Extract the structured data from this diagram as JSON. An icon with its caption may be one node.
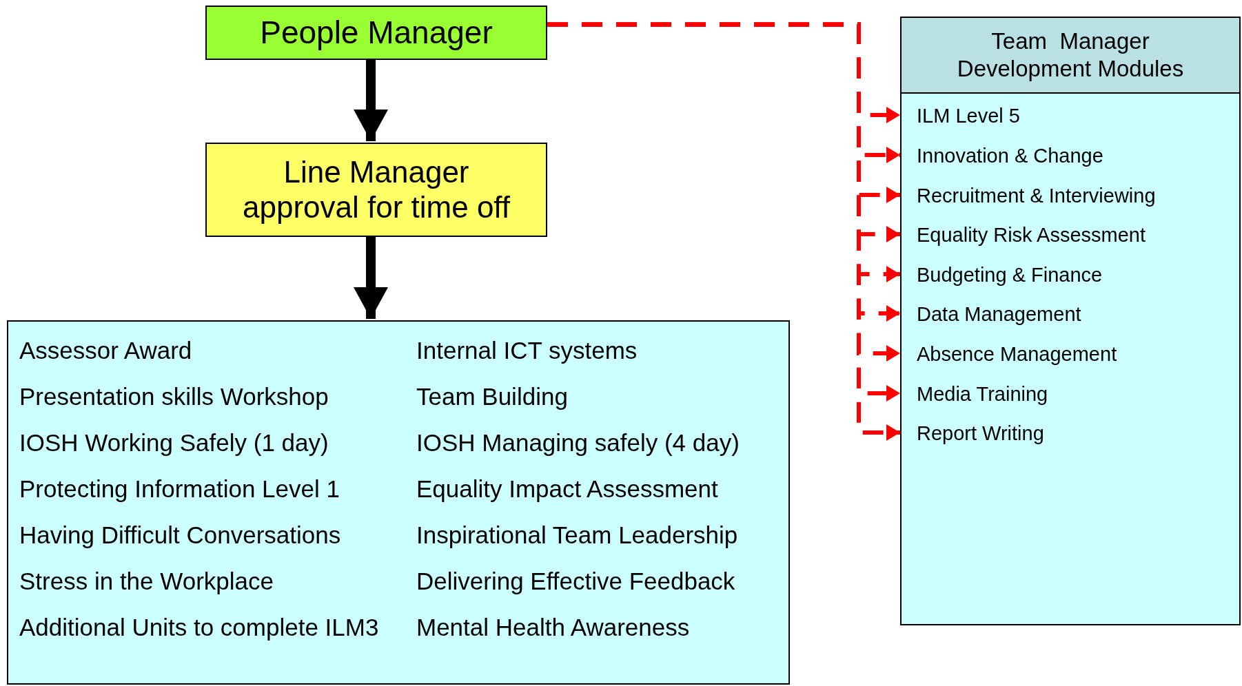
{
  "diagram": {
    "nodes": [
      {
        "text": [
          "People Manager"
        ]
      },
      {
        "text": [
          "Line Manager approval for time off"
        ]
      },
      {
        "text": [
          "Assessor Award",
          "Presentation skills Workshop",
          "IOSH Working Safely (1 day)",
          "Protecting Information Level 1",
          "Having Difficult Conversations",
          "Stress in the Workplace",
          "Additional Units to complete ILM3",
          "Internal ICT systems",
          "Team Building",
          "IOSH Managing safely (4 day)",
          "Equality Impact Assessment",
          "Inspirational Team Leadership",
          "Delivering Effective Feedback",
          "Mental Health Awareness"
        ]
      },
      {
        "text": [
          "Team  Manager Development Modules"
        ]
      },
      {
        "text": [
          "ILM Level 5"
        ],
        "in": 3
      },
      {
        "text": [
          "Innovation & Change"
        ],
        "in": 3
      },
      {
        "text": [
          "Recruitment & Interviewing"
        ],
        "in": 3
      },
      {
        "text": [
          "Equality Risk Assessment"
        ],
        "in": 3
      },
      {
        "text": [
          "Budgeting & Finance"
        ],
        "in": 3
      },
      {
        "text": [
          "Data Management"
        ],
        "in": 3
      },
      {
        "text": [
          "Absence Management"
        ],
        "in": 3
      },
      {
        "text": [
          "Media Training"
        ],
        "in": 3
      },
      {
        "text": [
          "Report Writing"
        ],
        "in": 3
      }
    ],
    "edges": [
      {
        "from": 0,
        "to": 1,
        "arrow": "to",
        "style": "thick",
        "color": "#000000"
      },
      {
        "from": 1,
        "to": 2,
        "arrow": "to",
        "style": "thick",
        "color": "#000000"
      },
      {
        "from": 0,
        "to": 4,
        "arrow": "to",
        "style": "dashed",
        "color": "#ff0000"
      },
      {
        "from": 0,
        "to": 5,
        "arrow": "to",
        "style": "dashed",
        "color": "#ff0000"
      },
      {
        "from": 0,
        "to": 6,
        "arrow": "to",
        "style": "dashed",
        "color": "#ff0000"
      },
      {
        "from": 0,
        "to": 7,
        "arrow": "to",
        "style": "dashed",
        "color": "#ff0000"
      },
      {
        "from": 0,
        "to": 8,
        "arrow": "to",
        "style": "dashed",
        "color": "#ff0000"
      },
      {
        "from": 0,
        "to": 9,
        "arrow": "to",
        "style": "dashed",
        "color": "#ff0000"
      },
      {
        "from": 0,
        "to": 10,
        "arrow": "to",
        "style": "dashed",
        "color": "#ff0000"
      },
      {
        "from": 0,
        "to": 11,
        "arrow": "to",
        "style": "dashed",
        "color": "#ff0000"
      },
      {
        "from": 0,
        "to": 12,
        "arrow": "to",
        "style": "dashed",
        "color": "#ff0000"
      }
    ]
  }
}
